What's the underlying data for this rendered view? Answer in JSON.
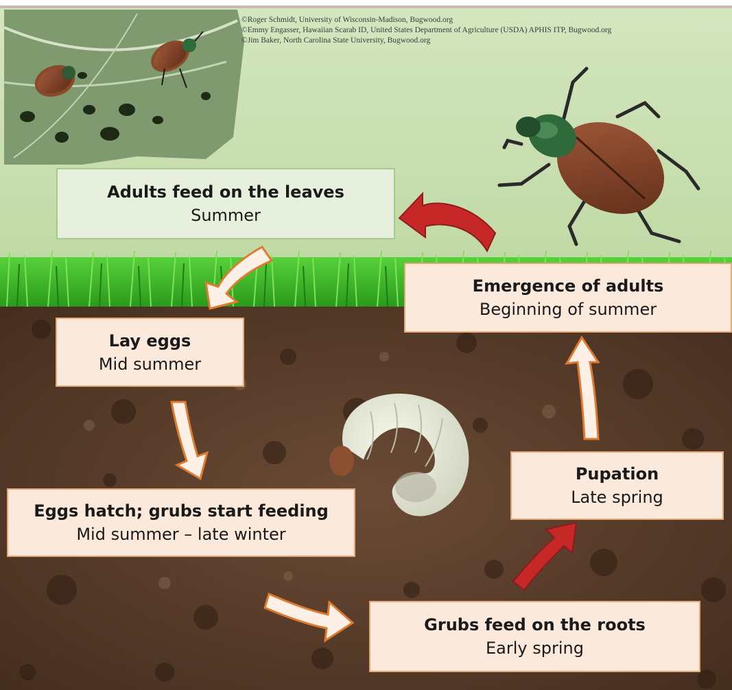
{
  "credits": [
    "©Roger Schmidt, University of Wisconsin-Madison, Bugwood.org",
    "©Emmy Engasser, Hawaiian Scarab ID, United States Department of Agriculture (USDA) APHIS ITP, Bugwood.org",
    "©Jim Baker, North Carolina State University, Bugwood.org"
  ],
  "stages": {
    "adults_feed": {
      "title": "Adults feed on the leaves",
      "season": "Summer"
    },
    "emergence": {
      "title": "Emergence of adults",
      "season": "Beginning of summer"
    },
    "lay_eggs": {
      "title": "Lay eggs",
      "season": "Mid summer"
    },
    "eggs_hatch": {
      "title": "Eggs hatch; grubs start feeding",
      "season": "Mid summer – late winter"
    },
    "pupation": {
      "title": "Pupation",
      "season": "Late spring"
    },
    "grubs_feed": {
      "title": "Grubs feed on the roots",
      "season": "Early spring"
    }
  },
  "colors": {
    "sky": "#c8ddb0",
    "grass": "#3fbf2a",
    "soil": "#5a3e2c",
    "green_box": "#e7f0dc",
    "peach_box": "#fbe9dc",
    "arrow_red": "#c62828",
    "arrow_light": "#fdf0e6",
    "arrow_outline": "#e07a2f"
  }
}
